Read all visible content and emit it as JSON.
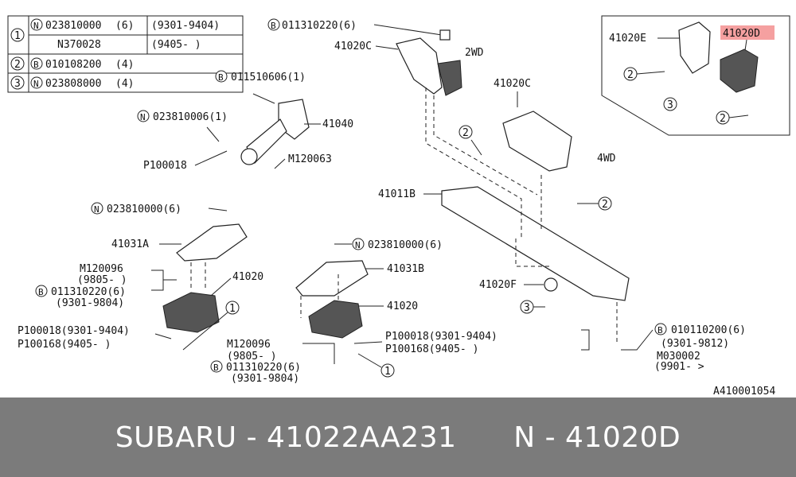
{
  "legend": {
    "rows": [
      {
        "num": "1",
        "code": "N",
        "part": "023810000",
        "qty": "(6)",
        "range": "(9301-9404)"
      },
      {
        "num": "",
        "code": "",
        "part": "N370028",
        "qty": "",
        "range": "(9405-   )"
      },
      {
        "num": "2",
        "code": "B",
        "part": "010108200",
        "qty": "(4)",
        "range": ""
      },
      {
        "num": "3",
        "code": "N",
        "part": "023808000",
        "qty": "(4)",
        "range": ""
      }
    ]
  },
  "labels": {
    "b_011310220_top": "011310220(6)",
    "l_41020C_top": "41020C",
    "l_2WD": "2WD",
    "l_41020E": "41020E",
    "l_41020D": "41020D",
    "b_011510606": "011510606(1)",
    "n_023810006": "023810006(1)",
    "l_41040": "41040",
    "l_P100018_a": "P100018",
    "l_M120063": "M120063",
    "l_41020C_mid": "41020C",
    "l_4WD": "4WD",
    "l_41011B": "41011B",
    "n_023810000_a": "023810000(6)",
    "l_41031A": "41031A",
    "l_M120096_a": "M120096",
    "l_9805_a": "(9805-    )",
    "b_011310220_a": "011310220(6)",
    "l_9301_9804_a": "(9301-9804)",
    "l_41020_a": "41020",
    "l_P100018_b": "P100018(9301-9404)",
    "l_P100168_b": "P100168(9405-    )",
    "n_023810000_b": "023810000(6)",
    "l_41031B": "41031B",
    "l_41020_b": "41020",
    "l_P100018_c": "P100018(9301-9404)",
    "l_P100168_c": "P100168(9405-    )",
    "l_M120096_b": "M120096",
    "l_9805_b": "(9805-    )",
    "b_011310220_b": "011310220(6)",
    "l_9301_9804_b": "(9301-9804)",
    "l_41020F": "41020F",
    "b_010110200": "010110200(6)",
    "l_9301_9812": "(9301-9812)",
    "l_M030002": "M030002",
    "l_9901": "(9901-    >",
    "l_diagram_id": "A410001054",
    "c1": "1",
    "c2": "2",
    "c3": "3",
    "bcode": "B",
    "ncode": "N"
  },
  "footer": {
    "brand": "SUBARU",
    "sep1": "-",
    "part_number": "41022AA231",
    "position": "N",
    "sep2": "-",
    "ref": "41020D"
  },
  "colors": {
    "highlight": "#f5a0a0",
    "footer_bg": "#7b7b7b",
    "footer_text": "#ffffff"
  }
}
